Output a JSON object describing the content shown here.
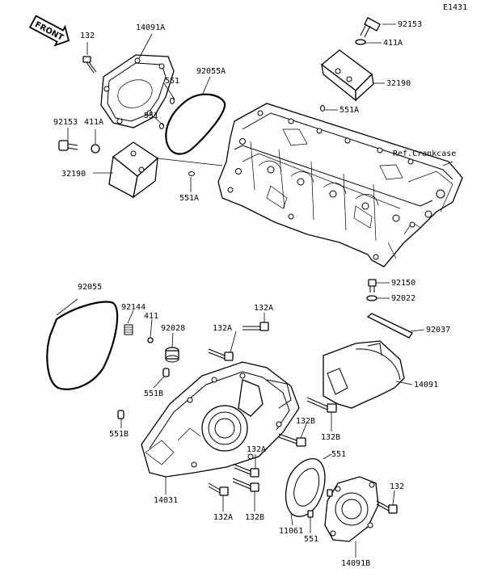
{
  "diagram_code": "E1431",
  "front_label": "FRONT",
  "ref_label": "Ref.Crankcase",
  "callouts": {
    "c_92153_top": "92153",
    "c_411A_top": "411A",
    "c_32190_top": "32190",
    "c_551A_top": "551A",
    "c_132_top": "132",
    "c_14091A": "14091A",
    "c_92055A": "92055A",
    "c_551_a": "551",
    "c_551_b": "551",
    "c_92153_left": "92153",
    "c_411A_left": "411A",
    "c_32190_left": "32190",
    "c_551A_left": "551A",
    "c_92055": "92055",
    "c_92144": "92144",
    "c_411": "411",
    "c_92028": "92028",
    "c_132A_1": "132A",
    "c_132A_2": "132A",
    "c_551B_1": "551B",
    "c_551B_2": "551B",
    "c_92150": "92150",
    "c_92022": "92022",
    "c_92037": "92037",
    "c_14091": "14091",
    "c_132B_1": "132B",
    "c_132B_2": "132B",
    "c_132A_3": "132A",
    "c_551_c": "551",
    "c_132_bottom": "132",
    "c_14031": "14031",
    "c_132A_4": "132A",
    "c_132B_3": "132B",
    "c_11061": "11061",
    "c_551_d": "551",
    "c_14091B": "14091B"
  }
}
